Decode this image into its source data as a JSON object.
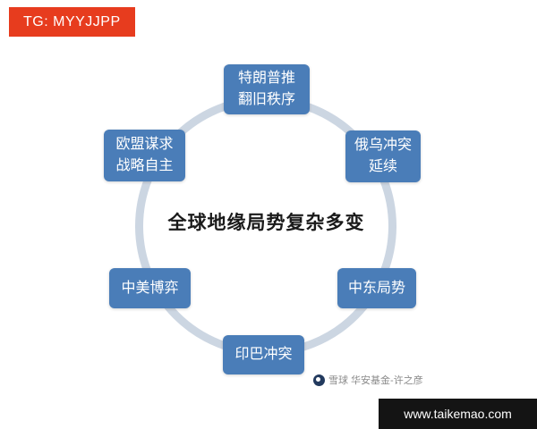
{
  "badge": {
    "label": "TG: MYYJJPP"
  },
  "diagram": {
    "center_title": "全球地缘局势复杂多变",
    "nodes": [
      {
        "id": "trump-order",
        "label": "特朗普推\n翻旧秩序"
      },
      {
        "id": "russia-ukraine",
        "label": "俄乌冲突\n延续"
      },
      {
        "id": "middle-east",
        "label": "中东局势"
      },
      {
        "id": "india-pakistan",
        "label": "印巴冲突"
      },
      {
        "id": "china-us",
        "label": "中美博弈"
      },
      {
        "id": "eu-autonomy",
        "label": "欧盟谋求\n战略自主"
      }
    ]
  },
  "watermark": {
    "label": "雪球 华安基金-许之彦"
  },
  "footer": {
    "url": "www.taikemao.com"
  },
  "colors": {
    "badge_red": "#e73c1e",
    "node_blue": "#4a7db8",
    "ring_gray": "#ccd6e2",
    "footer_black": "#141414",
    "title_black": "#1a1a1a",
    "watermark_gray": "#8a8a8a"
  }
}
